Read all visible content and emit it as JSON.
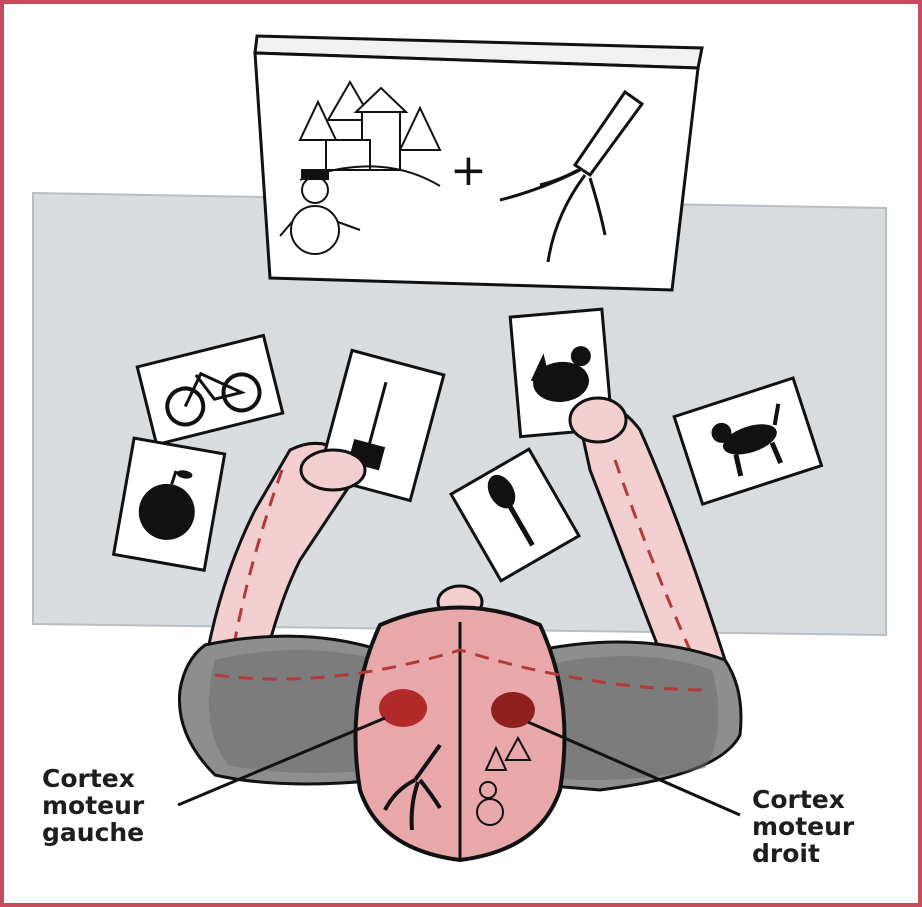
{
  "labels": {
    "left_motor_cortex": "Cortex\nmoteur\ngauche",
    "right_motor_cortex": "Cortex\nmoteur\ndroit"
  },
  "screen": {
    "left_image": "winter-scene-snowman",
    "operator": "+",
    "right_image": "chicken-claw"
  },
  "cards": [
    "apple",
    "bicycle",
    "shovel",
    "chicken",
    "spoon",
    "dog"
  ],
  "colors": {
    "frame_border": "#c84a5e",
    "table": "#d9dde0",
    "skin": "#f4cfd0",
    "brain": "#e9a9ab",
    "cortex_spot": "#b02a2a",
    "shirt": "#8e8e8e"
  }
}
